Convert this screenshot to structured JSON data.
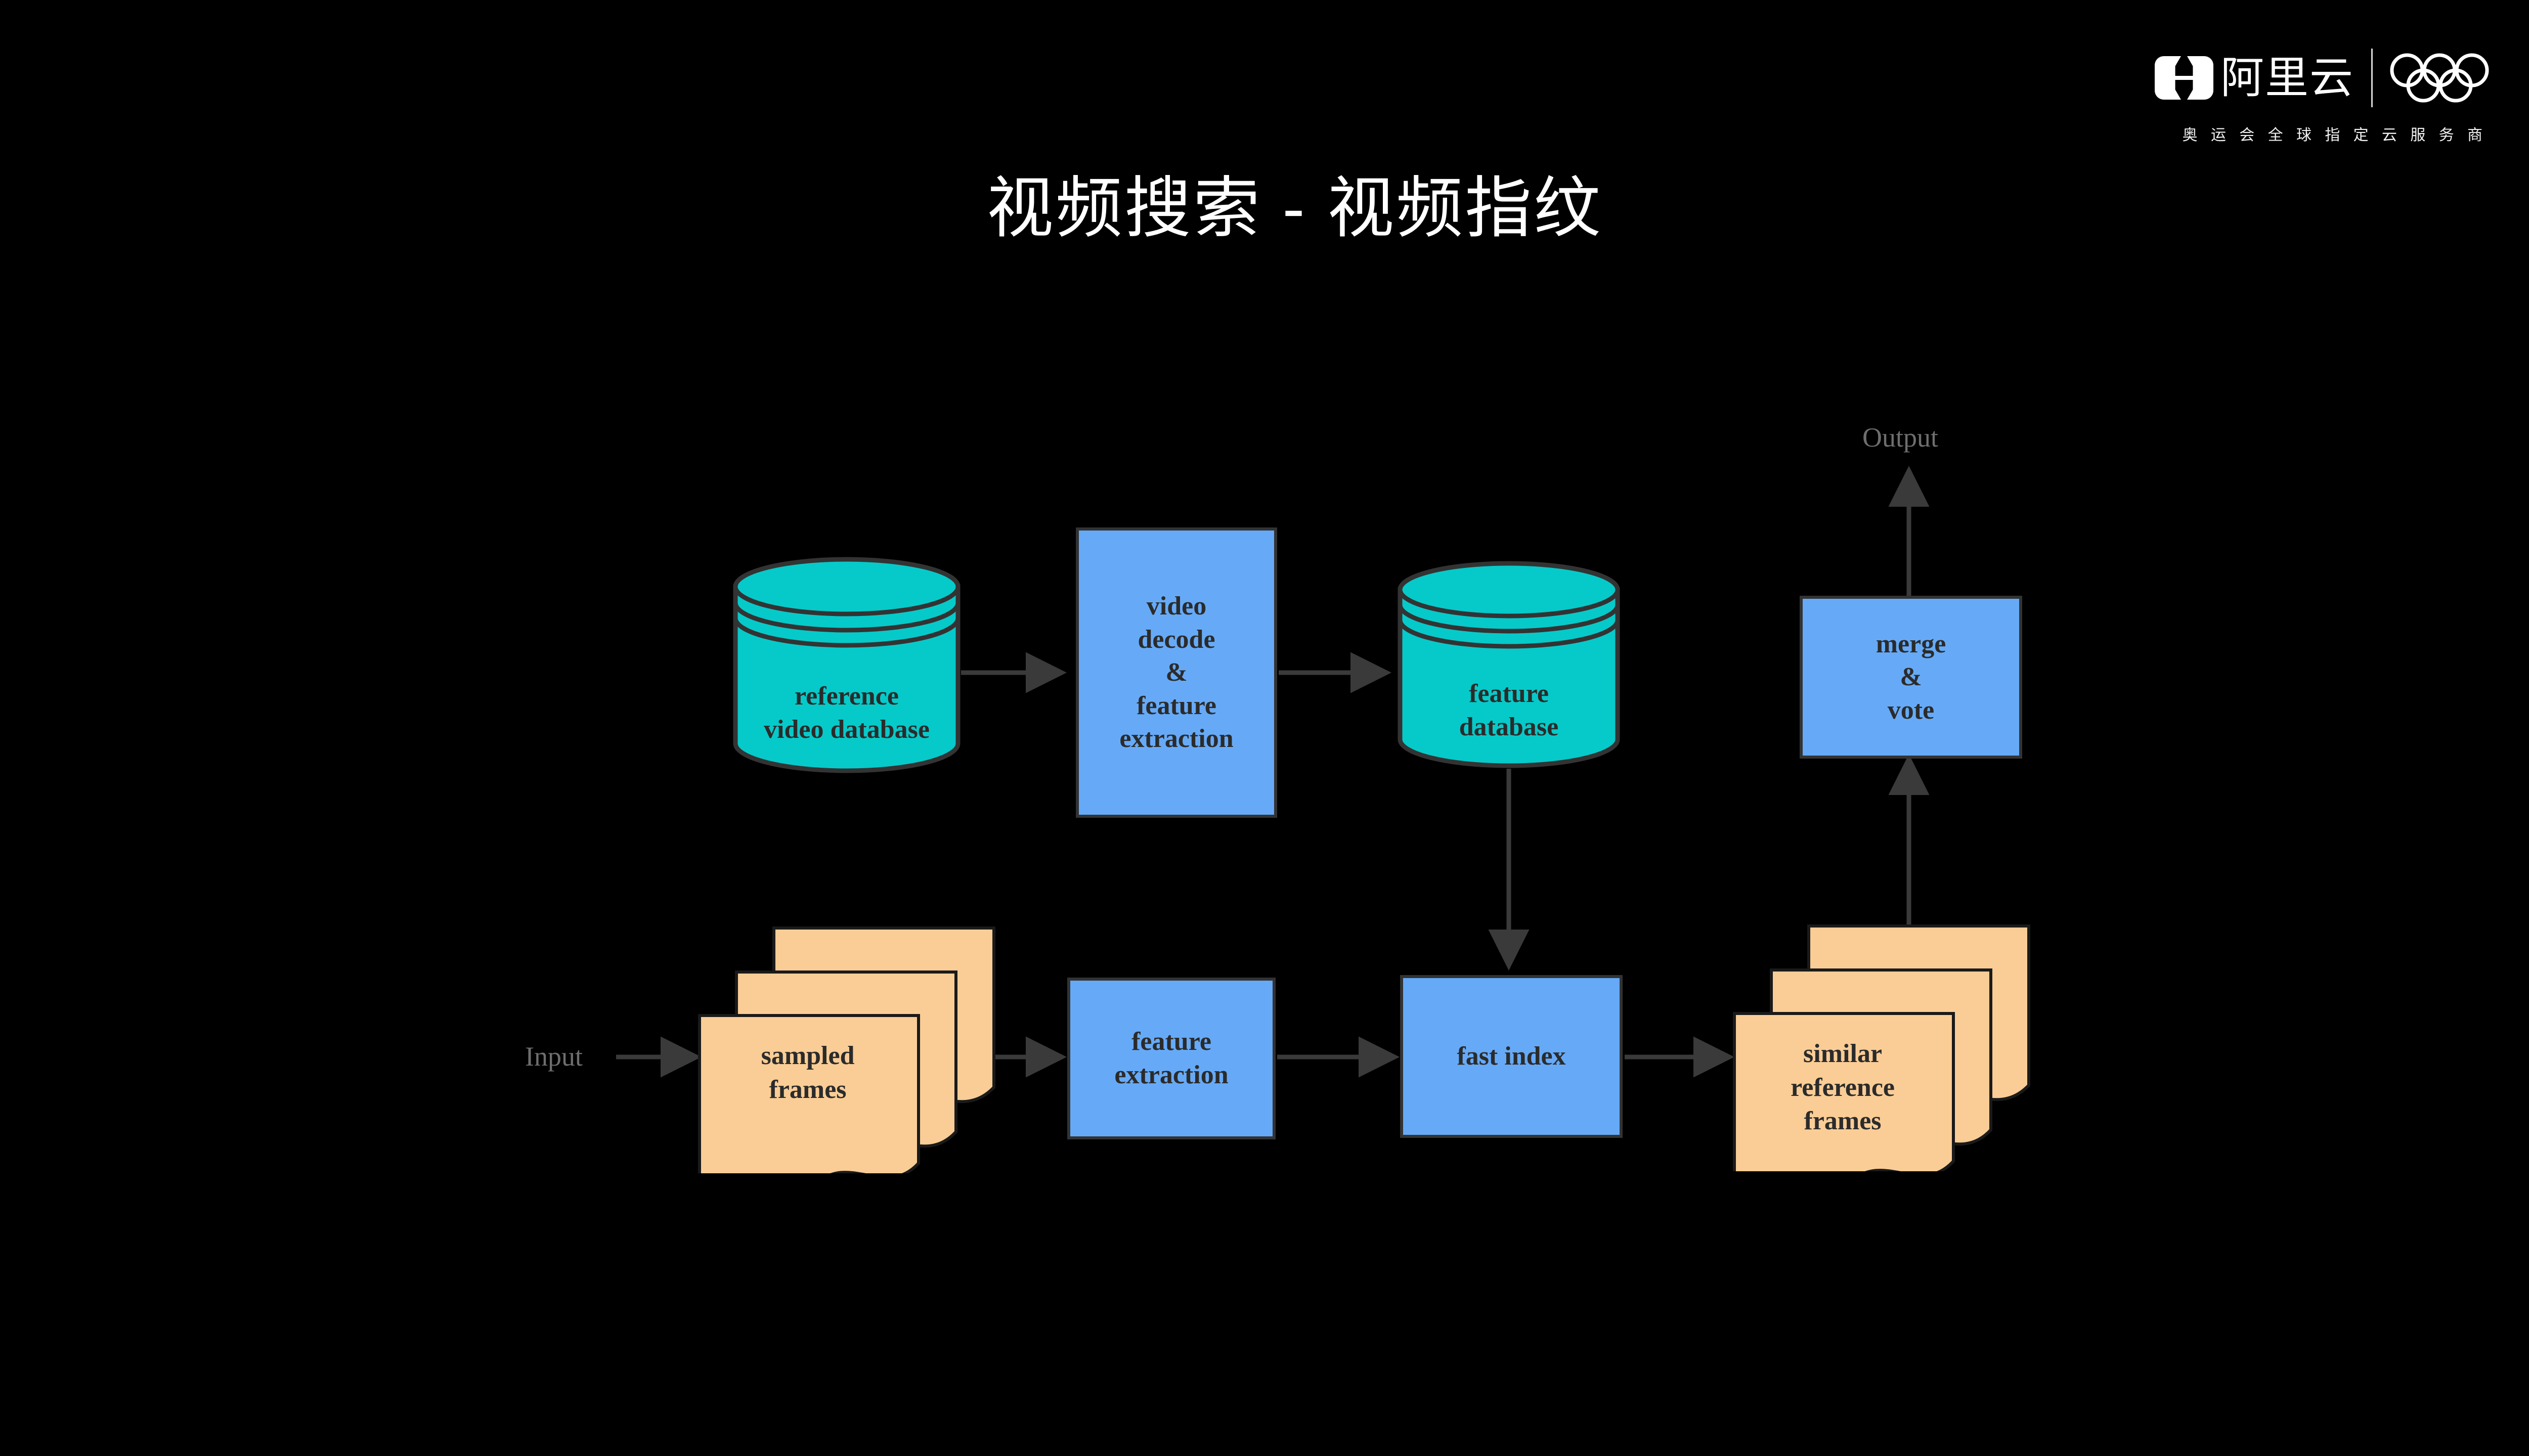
{
  "slide": {
    "title": "视频搜索 - 视频指纹",
    "background_color": "#000000"
  },
  "brand": {
    "logo_mark": "alibaba-cloud-mark",
    "logo_text": "阿里云",
    "partner_mark": "olympic-rings-icon",
    "tagline": "奥 运 会 全 球 指 定 云 服 务 商",
    "logo_color": "#ffffff"
  },
  "diagram": {
    "type": "flowchart",
    "colors": {
      "process_box": "#66aaf7",
      "database_cylinder": "#06cac9",
      "document_stack": "#facd96",
      "stroke": "#333333",
      "text": "#2b2b2b",
      "endpoint_text": "#6e6e6e"
    },
    "endpoints": {
      "input": "Input",
      "output": "Output"
    },
    "nodes": [
      {
        "id": "reference-video-database",
        "shape": "cylinder",
        "label": "reference\nvideo database",
        "color": "#06cac9",
        "row": "top"
      },
      {
        "id": "video-decode-feature-extraction",
        "shape": "rectangle",
        "label": "video\ndecode\n&\nfeature\nextraction",
        "color": "#66aaf7",
        "row": "top"
      },
      {
        "id": "feature-database",
        "shape": "cylinder",
        "label": "feature\ndatabase",
        "color": "#06cac9",
        "row": "top"
      },
      {
        "id": "merge-vote",
        "shape": "rectangle",
        "label": "merge\n&\nvote",
        "color": "#66aaf7",
        "row": "top"
      },
      {
        "id": "sampled-frames",
        "shape": "document-stack",
        "label": "sampled\nframes",
        "color": "#facd96",
        "row": "bottom"
      },
      {
        "id": "feature-extraction",
        "shape": "rectangle",
        "label": "feature\nextraction",
        "color": "#66aaf7",
        "row": "bottom"
      },
      {
        "id": "fast-index",
        "shape": "rectangle",
        "label": "fast index",
        "color": "#66aaf7",
        "row": "bottom"
      },
      {
        "id": "similar-reference-frames",
        "shape": "document-stack",
        "label": "similar\nreference\nframes",
        "color": "#facd96",
        "row": "bottom"
      }
    ],
    "edges": [
      {
        "from": "reference-video-database",
        "to": "video-decode-feature-extraction",
        "direction": "right"
      },
      {
        "from": "video-decode-feature-extraction",
        "to": "feature-database",
        "direction": "right"
      },
      {
        "from": "feature-database",
        "to": "fast-index",
        "direction": "down"
      },
      {
        "from": "input",
        "to": "sampled-frames",
        "direction": "right"
      },
      {
        "from": "sampled-frames",
        "to": "feature-extraction",
        "direction": "right"
      },
      {
        "from": "feature-extraction",
        "to": "fast-index",
        "direction": "right"
      },
      {
        "from": "fast-index",
        "to": "similar-reference-frames",
        "direction": "right"
      },
      {
        "from": "similar-reference-frames",
        "to": "merge-vote",
        "direction": "up"
      },
      {
        "from": "merge-vote",
        "to": "output",
        "direction": "up"
      }
    ]
  }
}
